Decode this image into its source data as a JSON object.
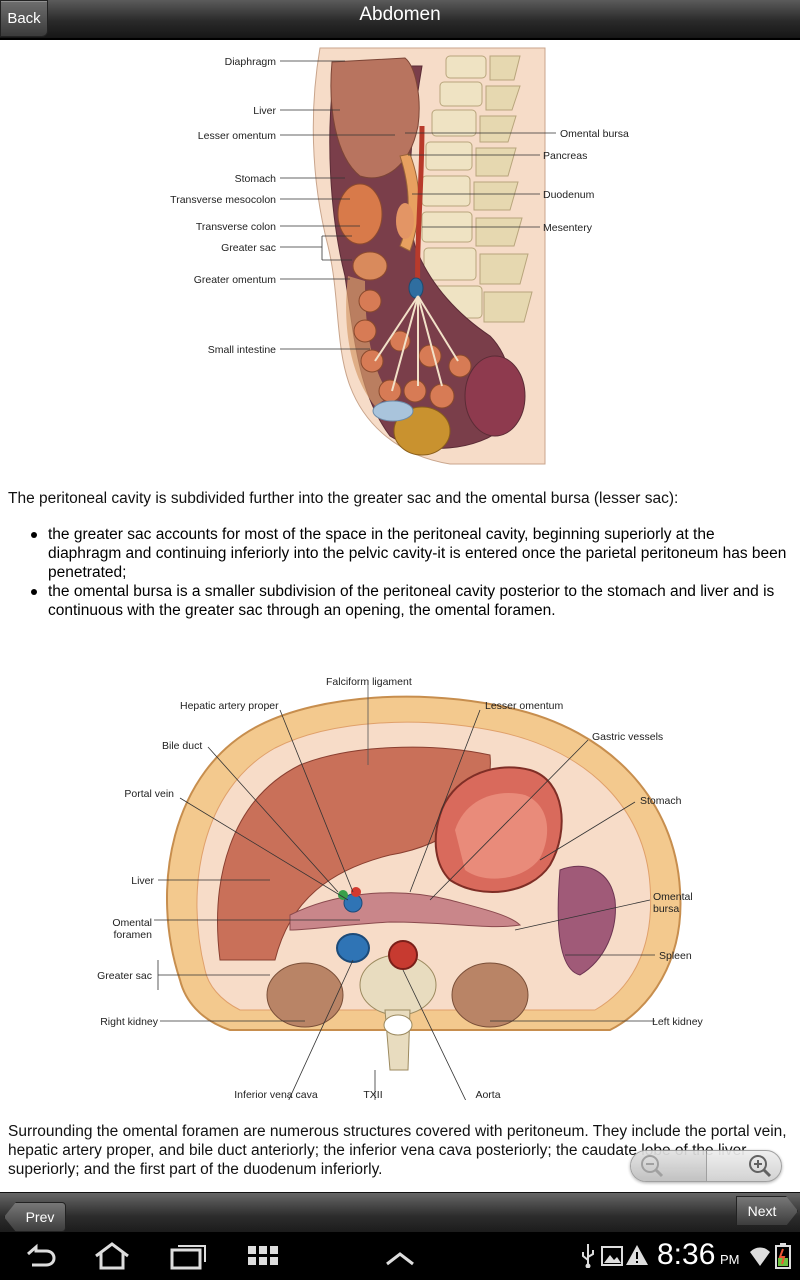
{
  "header": {
    "back_label": "Back",
    "title": "Abdomen"
  },
  "figure1": {
    "labels_left": [
      "Diaphragm",
      "Liver",
      "Lesser omentum",
      "Stomach",
      "Transverse mesocolon",
      "Transverse colon",
      "Greater sac",
      "Greater omentum",
      "Small intestine"
    ],
    "labels_right": [
      "Omental bursa",
      "Pancreas",
      "Duodenum",
      "Mesentery"
    ]
  },
  "text": {
    "para1": "The peritoneal cavity is subdivided further into the greater sac and the omental bursa (lesser sac):",
    "bullet1": "the greater sac accounts for most of the space in the peritoneal cavity, beginning superiorly at the diaphragm and continuing inferiorly into the pelvic cavity-it is entered once the parietal peritoneum has been penetrated;",
    "bullet2": "the omental bursa is a smaller subdivision of the peritoneal cavity posterior to the stomach and liver and is continuous with the greater sac through an opening, the omental foramen.",
    "para2": "Surrounding the omental foramen are numerous structures covered with peritoneum. They include the portal vein, hepatic artery proper, and bile duct anteriorly; the inferior vena cava posteriorly; the caudate lobe of the liver superiorly; and the first part of the duodenum inferiorly."
  },
  "figure2": {
    "top": [
      "Falciform ligament",
      "Hepatic artery proper",
      "Lesser omentum",
      "Bile duct",
      "Gastric vessels"
    ],
    "left": [
      "Portal vein",
      "Liver",
      "Omental",
      "foramen",
      "Greater sac",
      "Right kidney"
    ],
    "right": [
      "Stomach",
      "Omental",
      "bursa",
      "Spleen",
      "Left kidney"
    ],
    "bottom": [
      "Inferior vena cava",
      "TXII",
      "Aorta"
    ]
  },
  "nav": {
    "prev_label": "Prev",
    "next_label": "Next"
  },
  "status": {
    "time": "8:36",
    "ampm": "PM"
  },
  "icons": [
    "back-nav-icon",
    "home-icon",
    "recent-apps-icon",
    "apps-grid-icon",
    "chevron-up-icon",
    "usb-icon",
    "image-icon",
    "warning-icon",
    "wifi-icon",
    "battery-icon",
    "zoom-out-icon",
    "zoom-in-icon"
  ]
}
